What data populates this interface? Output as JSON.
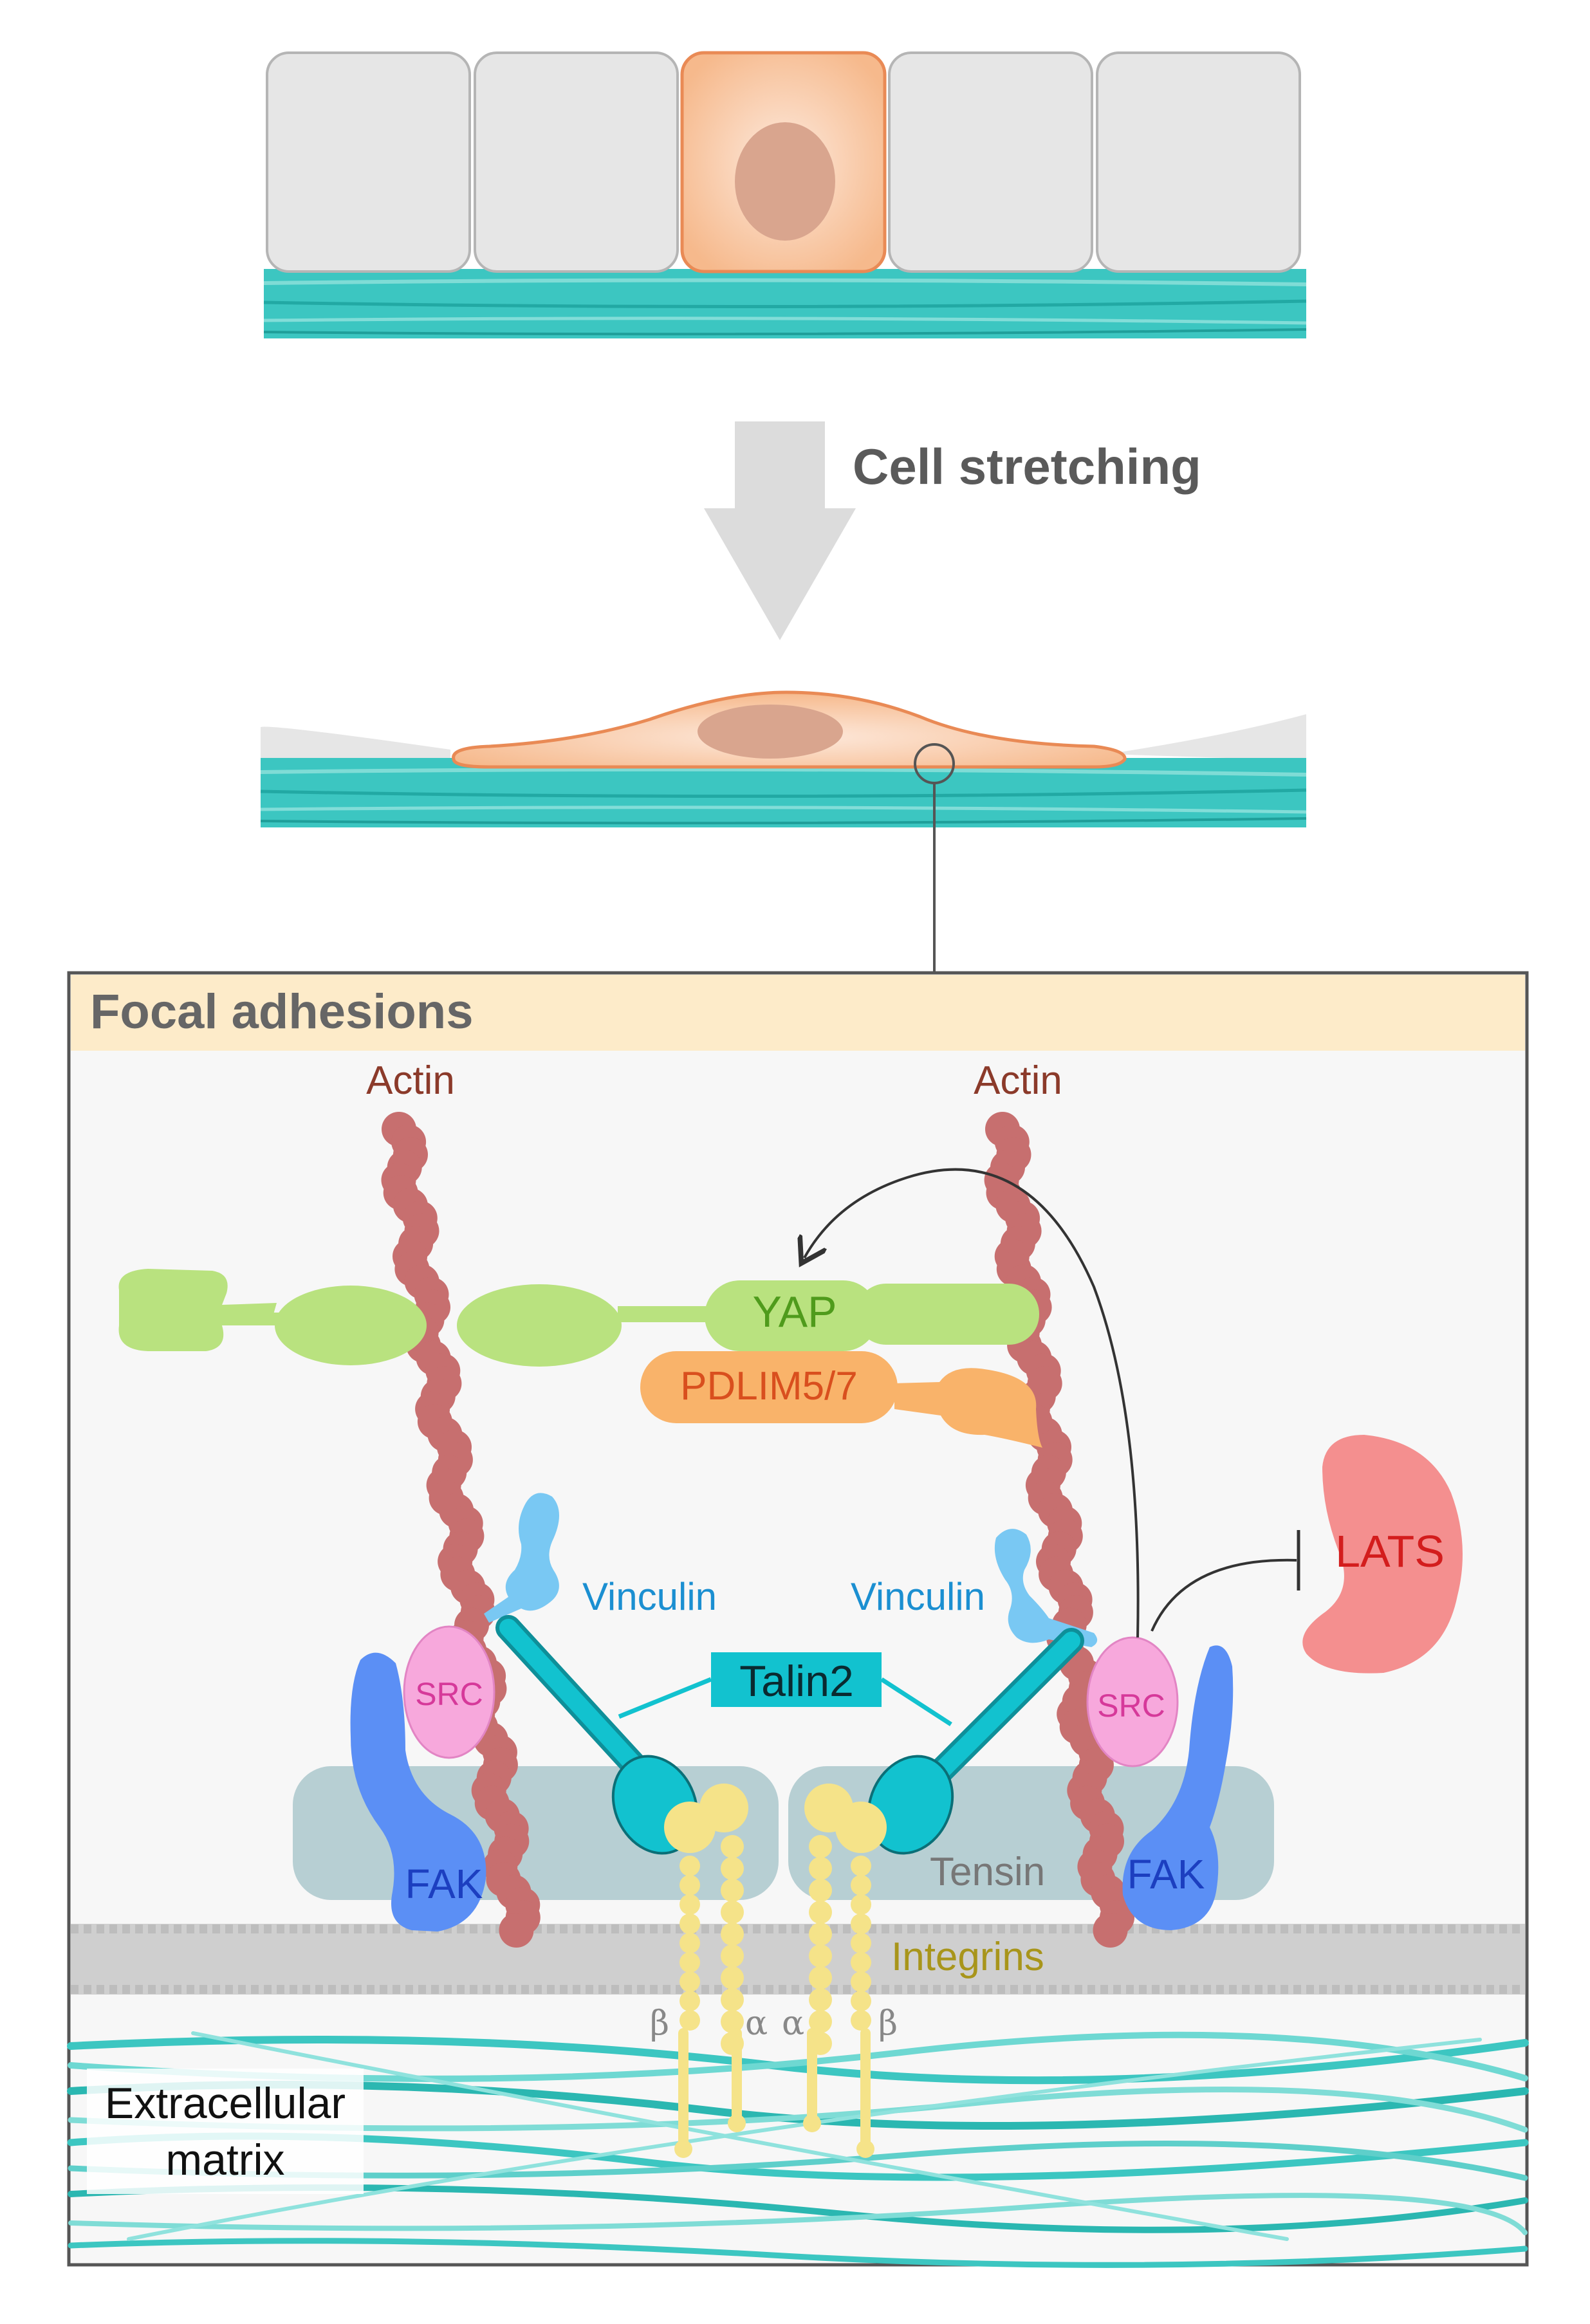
{
  "step_arrow": {
    "label": "Cell stretching"
  },
  "inset": {
    "title": "Focal adhesions"
  },
  "labels": {
    "actin_left": "Actin",
    "actin_right": "Actin",
    "yap": "YAP",
    "pdlim": "PDLIM5/7",
    "vinculin_left": "Vinculin",
    "vinculin_right": "Vinculin",
    "talin": "Talin2",
    "src_left": "SRC",
    "src_right": "SRC",
    "fak_left": "FAK",
    "fak_right": "FAK",
    "tensin": "Tensin",
    "integrins": "Integrins",
    "lats": "LATS",
    "beta_left": "β",
    "alpha_left": "α",
    "alpha_right": "α",
    "beta_right": "β",
    "ecm_line1": "Extracellular",
    "ecm_line2": "matrix"
  },
  "colors": {
    "ecm_teal": "#3cc6c1",
    "cell_gray": "#e6e6e6",
    "highlight_cell": "#f6b98c",
    "nucleus": "#d9a58e",
    "actin": "#c76f6f",
    "yap": "#b9e27f",
    "pdlim": "#f9b36a",
    "vinculin": "#79c8f3",
    "talin": "#12c2cf",
    "src": "#f7a8dc",
    "fak": "#5b8ff5",
    "tensin": "#b7cfd3",
    "integrin": "#f5e389",
    "lats": "#f48f8f",
    "header_band": "#fdebc9"
  }
}
